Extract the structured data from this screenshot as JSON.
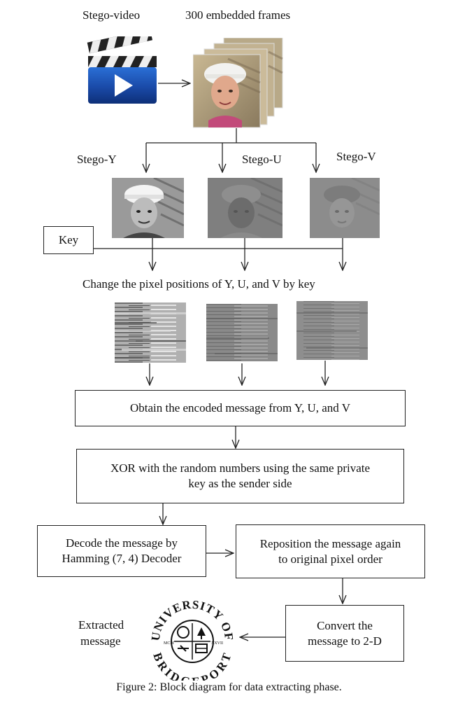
{
  "header": {
    "stego_video": "Stego-video",
    "embedded_frames": "300 embedded frames"
  },
  "channels": {
    "y": "Stego-Y",
    "u": "Stego-U",
    "v": "Stego-V"
  },
  "key_label": "Key",
  "permute_label": "Change the pixel positions of Y, U, and V by key",
  "steps": {
    "obtain": "Obtain the encoded message from Y, U, and V",
    "xor_line1": "XOR with the random numbers using the same private",
    "xor_line2": "key as the sender side",
    "decode_line1": "Decode the message by",
    "decode_line2": "Hamming (7, 4) Decoder",
    "reposition_line1": "Reposition the message again",
    "reposition_line2": "to original pixel order",
    "convert_line1": "Convert the",
    "convert_line2": "message to 2-D"
  },
  "output": {
    "line1": "Extracted",
    "line2": "message"
  },
  "logo": {
    "top_text": "UNIVERSITY OF",
    "bottom_text": "BRIDGEPORT",
    "year_left": "MCM",
    "year_right": "XXVII"
  },
  "caption": "Figure 2: Block diagram for data extracting phase."
}
